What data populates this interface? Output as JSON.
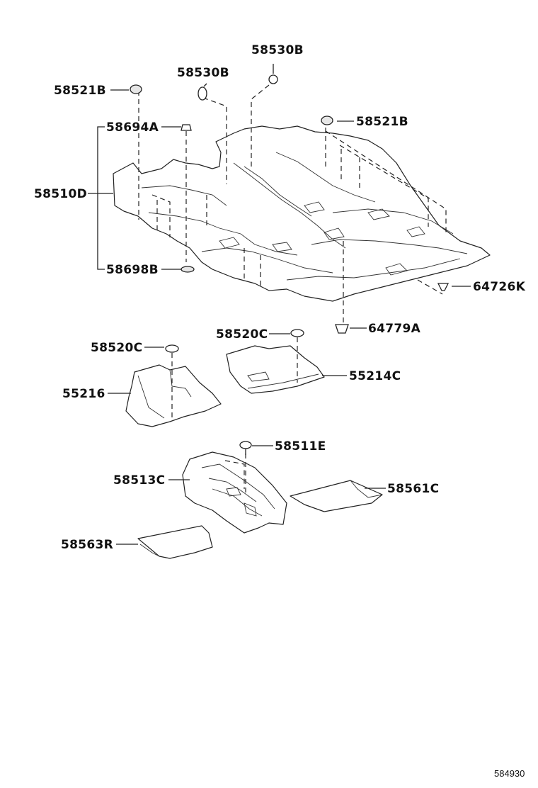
{
  "labels": {
    "c58530B_top": "58530B",
    "c58530B_left": "58530B",
    "c58521B_left": "58521B",
    "c58521B_right": "58521B",
    "c58694A": "58694A",
    "c58510D": "58510D",
    "c58698B": "58698B",
    "c64726K": "64726K",
    "c64779A": "64779A",
    "c58520C_left": "58520C",
    "c58520C_right": "58520C",
    "c55216": "55216",
    "c55214C": "55214C",
    "c58511E": "58511E",
    "c58513C": "58513C",
    "c58561C": "58561C",
    "c58563R": "58563R"
  },
  "diagram_code": "584930"
}
